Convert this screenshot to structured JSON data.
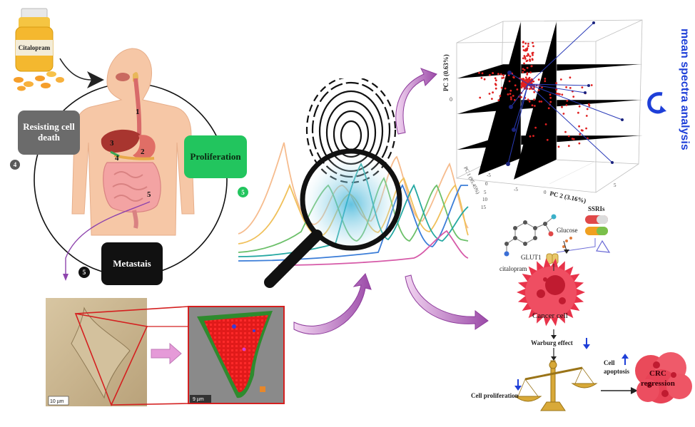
{
  "body_panel": {
    "drug_label": "Citalopram",
    "organ_numbers": [
      "1",
      "2",
      "3",
      "4",
      "5"
    ],
    "boxes": {
      "resisting": {
        "label": "Resisting cell death",
        "number": "4",
        "color": "#6b6b6b"
      },
      "proliferation": {
        "label": "Proliferation",
        "number": "5",
        "color": "#22c55e"
      },
      "metastasis": {
        "label": "Metastais",
        "number": "5",
        "color": "#111111"
      }
    }
  },
  "microscopy": {
    "left_scalebar": "10 µm",
    "right_scalebar": "9 µm"
  },
  "pca_plot": {
    "side_title": "mean spectra analysis",
    "axes": {
      "pc3": "PC 3 (0.63%)",
      "pc2": "PC 2 (3.16%)",
      "pc1": "PC 1 (95.45%)"
    },
    "pc3_tick": "0",
    "pc1_ticks": [
      "-5",
      "0",
      "5",
      "10",
      "15"
    ],
    "pc2_ticks": [
      "-5",
      "0",
      "5"
    ]
  },
  "mechanism": {
    "ssris": "SSRIs",
    "citalopram": "citalopram",
    "glucose": "Glucose",
    "glut1": "GLUT1",
    "cancer_cell": "Cancer cell",
    "warburg": "Warburg effect",
    "cell_proliferation": "Cell proliferation",
    "cell_apoptosis_line1": "Cell",
    "cell_apoptosis_line2": "apoptosis",
    "crc_line1": "CRC",
    "crc_line2": "regression"
  },
  "colors": {
    "accent_blue": "#1e3fd8",
    "arrow_purple": "#a25db0",
    "scatter_red": "#e02020",
    "micro_red": "#d42020",
    "cancer_red": "#e8334a"
  }
}
